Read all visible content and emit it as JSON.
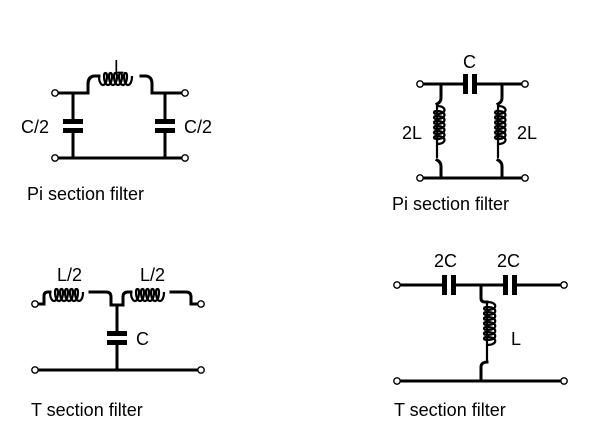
{
  "diagrams": [
    {
      "id": "pi-lc",
      "caption": "Pi section filter",
      "labels": {
        "series": "L",
        "shunt_left": "C/2",
        "shunt_right": "C/2"
      },
      "series_element": "inductor",
      "shunt_element": "capacitor"
    },
    {
      "id": "pi-cl",
      "caption": "Pi section filter",
      "labels": {
        "series": "C",
        "shunt_left": "2L",
        "shunt_right": "2L"
      },
      "series_element": "capacitor",
      "shunt_element": "inductor"
    },
    {
      "id": "t-lc",
      "caption": "T section filter",
      "labels": {
        "series_left": "L/2",
        "series_right": "L/2",
        "shunt": "C"
      },
      "series_element": "inductor",
      "shunt_element": "capacitor"
    },
    {
      "id": "t-cl",
      "caption": "T section filter",
      "labels": {
        "series_left": "2C",
        "series_right": "2C",
        "shunt": "L"
      },
      "series_element": "capacitor",
      "shunt_element": "inductor"
    }
  ]
}
